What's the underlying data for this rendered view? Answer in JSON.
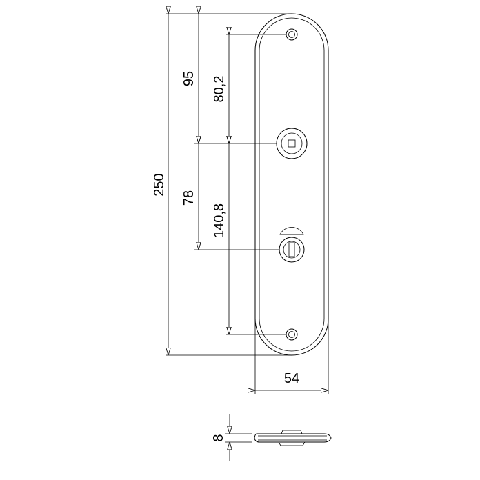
{
  "dimensions": {
    "overall_height": "250",
    "top_to_handle": "95",
    "top_screw_to_handle": "80,2",
    "handle_to_turn": "78",
    "screw_to_screw": "140,8",
    "width": "54",
    "thickness": "8"
  }
}
